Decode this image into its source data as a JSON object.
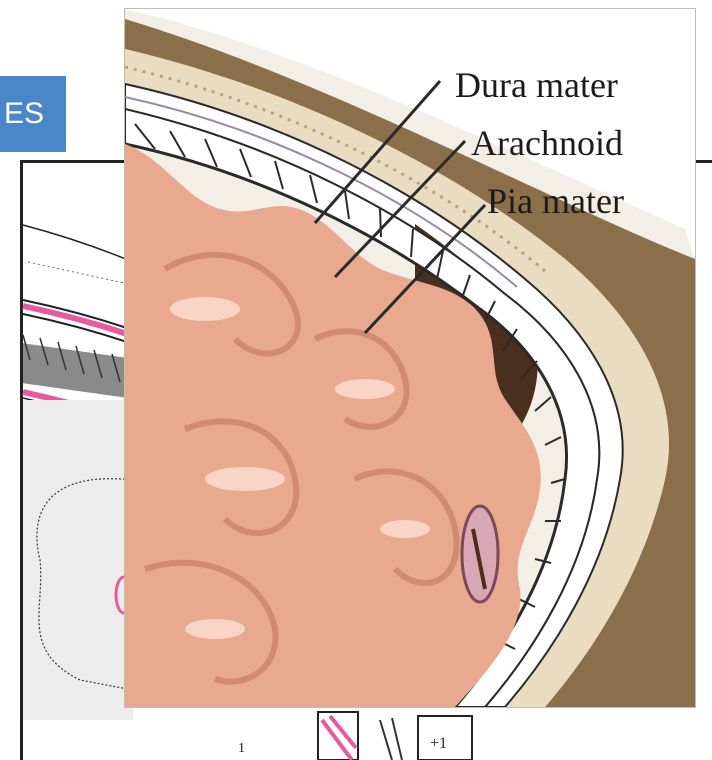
{
  "slide": {
    "tab_text": "ES",
    "accent_color": "#4a86c8"
  },
  "diagram": {
    "labels": {
      "dura": "Dura mater",
      "arachnoid": "Arachnoid",
      "pia": "Pia mater"
    }
  }
}
